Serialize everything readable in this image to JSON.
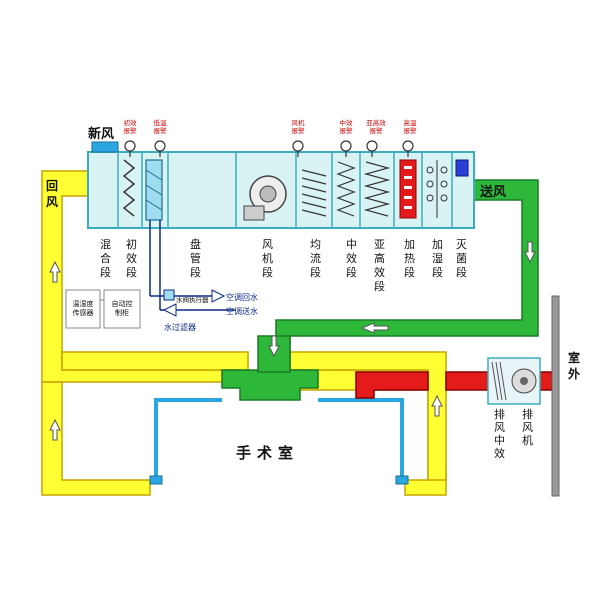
{
  "labels": {
    "fresh_air": "新风",
    "return_air": "回风",
    "supply_air": "送风",
    "operating_room": "手术室",
    "outdoor": "室外"
  },
  "sections": [
    {
      "id": "mix",
      "label": "混合段"
    },
    {
      "id": "primary",
      "label": "初效段"
    },
    {
      "id": "coil",
      "label": "盘管段"
    },
    {
      "id": "fan",
      "label": "风机段"
    },
    {
      "id": "uniform",
      "label": "均流段"
    },
    {
      "id": "medium",
      "label": "中效段"
    },
    {
      "id": "subhigh",
      "label": "亚高效段"
    },
    {
      "id": "heat",
      "label": "加热段"
    },
    {
      "id": "humid",
      "label": "加湿段"
    },
    {
      "id": "sterilize",
      "label": "灭菌段"
    }
  ],
  "alarms": [
    {
      "id": "primary_alarm",
      "label": "初效报警"
    },
    {
      "id": "lowtemp_alarm",
      "label": "低温报警"
    },
    {
      "id": "fan_alarm",
      "label": "风机报警"
    },
    {
      "id": "medium_alarm",
      "label": "中效报警"
    },
    {
      "id": "subhigh_alarm",
      "label": "亚高效报警"
    },
    {
      "id": "hightemp_alarm",
      "label": "高温报警"
    }
  ],
  "water": {
    "return_label": "空调回水",
    "supply_label": "空调送水",
    "valve_label": "水阀执行器",
    "filter_label": "水过滤器"
  },
  "controls": {
    "sensor_label": "温湿度传感器",
    "controller_label": "自动控制柜"
  },
  "exhaust": {
    "filter_label": "排风中效",
    "fan_label": "排风机"
  },
  "colors": {
    "yellow_duct": "#ffff33",
    "green_duct": "#2db83a",
    "red_duct": "#e51b1b",
    "blue_duct": "#2aa7e0",
    "ahu_fill": "#d9f3f5",
    "ahu_line": "#3aaec0",
    "wall": "#999999"
  }
}
